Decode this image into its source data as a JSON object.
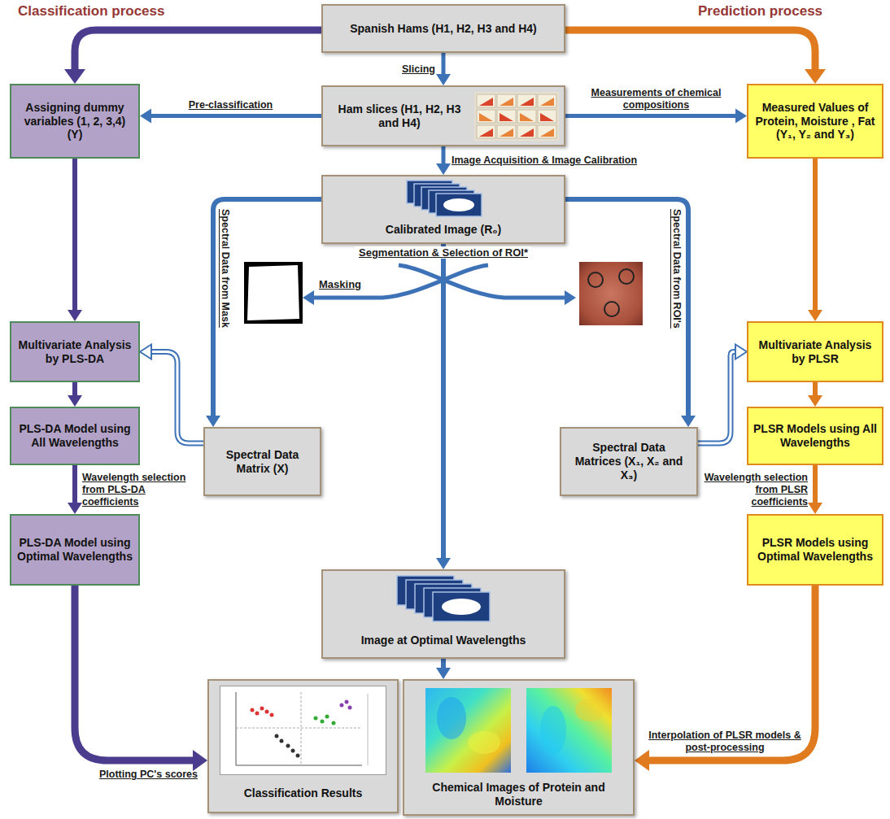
{
  "diagram": {
    "nodes": [
      {
        "text": [
          "Spanish Hams (H1, H2, H3 and H4)"
        ]
      },
      {
        "text": [
          "Assigning dummy variables (1, 2, 3,4) (Y)"
        ]
      },
      {
        "text": [
          "Ham slices (H1, H2, H3 and H4)"
        ]
      },
      {
        "text": [
          "Measured Values of Protein, Moisture , Fat (Y₁, Y₂ and Y₃)"
        ]
      },
      {
        "text": [
          "Calibrated Image (R₀)"
        ]
      },
      {
        "text": [
          "Multivariate Analysis by PLS-DA"
        ]
      },
      {
        "text": [
          "Multivariate Analysis by PLSR"
        ]
      },
      {
        "text": [
          "PLS-DA Model using All Wavelengths"
        ]
      },
      {
        "text": [
          "Spectral Data Matrix (X)"
        ]
      },
      {
        "text": [
          "Spectral Data Matrices (X₁, X₂ and X₃)"
        ]
      },
      {
        "text": [
          "PLSR Models using All Wavelengths"
        ]
      },
      {
        "text": [
          "PLS-DA Model using Optimal Wavelengths"
        ]
      },
      {
        "text": [
          "Image at Optimal Wavelengths"
        ]
      },
      {
        "text": [
          "PLSR Models using Optimal Wavelengths"
        ]
      },
      {
        "text": [
          "Classification Results"
        ]
      },
      {
        "text": [
          "Chemical Images of Protein and Moisture"
        ]
      }
    ],
    "edges": [
      {
        "from": 0,
        "to": 1,
        "arrow": "to"
      },
      {
        "from": 0,
        "to": 3,
        "arrow": "to"
      },
      {
        "from": 0,
        "to": 2,
        "label": "Slicing",
        "arrow": "to"
      },
      {
        "from": 2,
        "to": 1,
        "label": "Pre-classification",
        "arrow": "to"
      },
      {
        "from": 2,
        "to": 3,
        "label": "Measurements of chemical compositions",
        "arrow": "to"
      },
      {
        "from": 2,
        "to": 4,
        "label": "Image Acquisition & Image Calibration",
        "arrow": "to"
      },
      {
        "from": 4,
        "to": 8,
        "label": "Spectral Data from Mask",
        "arrow": "to"
      },
      {
        "from": 4,
        "to": 9,
        "label": "Spectral Data from ROI's",
        "arrow": "to"
      },
      {
        "from": 4,
        "to": 12,
        "arrow": "to"
      },
      {
        "from": 1,
        "to": 5,
        "arrow": "to"
      },
      {
        "from": 3,
        "to": 6,
        "arrow": "to"
      },
      {
        "from": 8,
        "to": 5,
        "arrow": "to"
      },
      {
        "from": 9,
        "to": 6,
        "arrow": "to"
      },
      {
        "from": 5,
        "to": 7,
        "arrow": "to"
      },
      {
        "from": 6,
        "to": 10,
        "arrow": "to"
      },
      {
        "from": 7,
        "to": 11,
        "label": "Wavelength selection from PLS-DA coefficients",
        "arrow": "to"
      },
      {
        "from": 10,
        "to": 13,
        "label": "Wavelength selection from PLSR coefficients",
        "arrow": "to"
      },
      {
        "from": 11,
        "to": 14,
        "label": "Plotting PC's scores",
        "arrow": "to"
      },
      {
        "from": 13,
        "to": 15,
        "label": "Interpolation of PLSR models & post-processing",
        "arrow": "to"
      },
      {
        "from": 12,
        "to": 15,
        "arrow": "to"
      }
    ],
    "labels": [
      "Classification process",
      "Prediction process",
      "Segmentation & Selection of ROI*",
      "Masking"
    ]
  }
}
